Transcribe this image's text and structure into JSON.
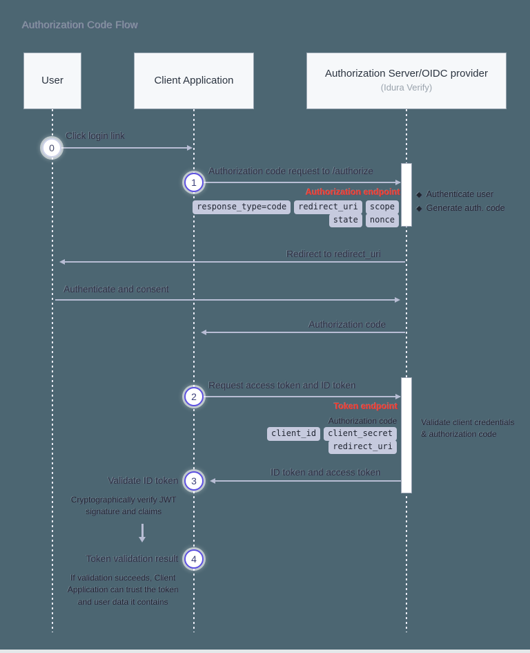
{
  "diagram": {
    "title": "Authorization Code Flow",
    "background_color": "#4c6672",
    "accent_color": "#5b4fe0",
    "endpoint_color": "#f03c2e",
    "chip_color": "#c6cade"
  },
  "participants": [
    {
      "name": "User",
      "subtitle": ""
    },
    {
      "name": "Client Application",
      "subtitle": ""
    },
    {
      "name": "Authorization Server/OIDC provider",
      "subtitle": "(Idura Verify)"
    }
  ],
  "steps": [
    {
      "number": "0"
    },
    {
      "number": "1"
    },
    {
      "number": "2"
    },
    {
      "number": "3"
    },
    {
      "number": "4"
    }
  ],
  "messages": [
    {
      "label": "Click login link",
      "from": "User",
      "to": "Client Application",
      "direction": "right"
    },
    {
      "label": "Authorization code request to /authorize",
      "from": "Client Application",
      "to": "Authorization Server",
      "direction": "right"
    },
    {
      "label": "Redirect to redirect_uri",
      "from": "Authorization Server",
      "to": "User",
      "direction": "left"
    },
    {
      "label": "Authenticate and consent",
      "from": "User",
      "to": "Authorization Server",
      "direction": "right"
    },
    {
      "label": "Authorization code",
      "from": "Authorization Server",
      "to": "Client Application",
      "direction": "left"
    },
    {
      "label": "Request access token and ID token",
      "from": "Client Application",
      "to": "Authorization Server",
      "direction": "right"
    },
    {
      "label": "ID token and access token",
      "from": "Authorization Server",
      "to": "Client Application",
      "direction": "left"
    }
  ],
  "endpoints": {
    "authorize": "Authorization endpoint",
    "token": "Token endpoint"
  },
  "params": {
    "authorize_row1": [
      "response_type=code",
      "redirect_uri",
      "scope"
    ],
    "authorize_row2": [
      "state",
      "nonce"
    ],
    "token_plain": "Authorization code",
    "token_row1": [
      "client_id",
      "client_secret"
    ],
    "token_row2": [
      "redirect_uri"
    ]
  },
  "server_notes": {
    "auth_bullets": [
      "Authenticate user",
      "Generate auth. code"
    ],
    "token_validation": "Validate client credentials & authorization code"
  },
  "client_notes": {
    "validate_id_token_title": "Validate ID token",
    "validate_id_token_body": "Cryptographically verify JWT signature and claims",
    "token_validation_result_title": "Token validation result",
    "token_validation_result_body": "If validation succeeds, Client Application can trust the token and user data it contains"
  }
}
